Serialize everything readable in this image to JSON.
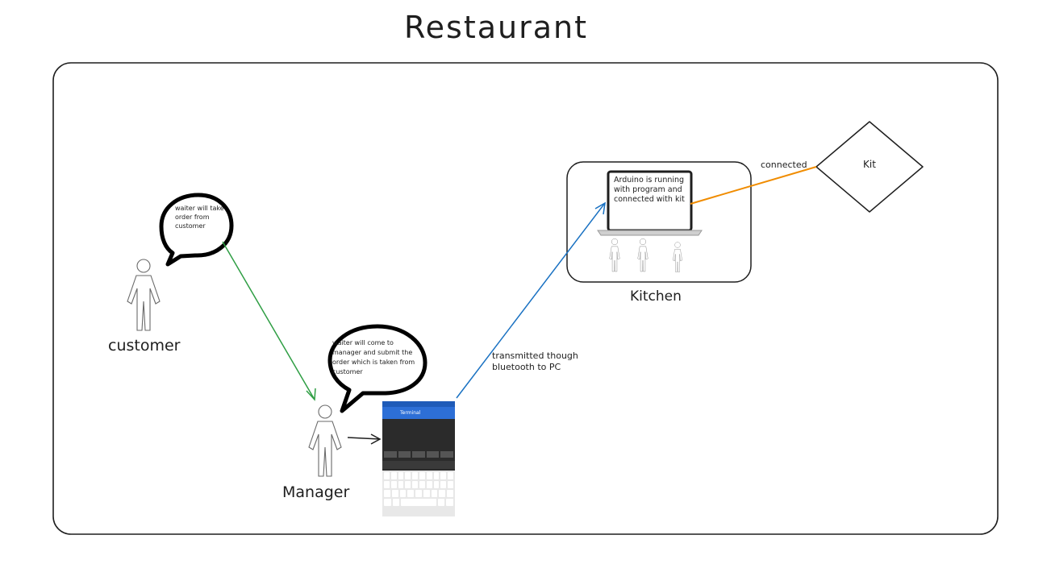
{
  "title": "Restaurant",
  "actors": {
    "customer": "customer",
    "manager": "Manager"
  },
  "kitchen": {
    "label": "Kitchen",
    "screen_text": "Arduino is running with program and connected with kit"
  },
  "kit": {
    "label": "Kit",
    "connection_label": "connected"
  },
  "bubbles": {
    "customer": "waiter will take order from customer",
    "manager": "waiter will come to manager and submit the order which is taken from customer"
  },
  "edges": {
    "transmit_label": "transmitted though bluetooth to PC"
  },
  "phone": {
    "app_title": "Terminal"
  },
  "colors": {
    "customer_arrow": "#2f9e44",
    "transmit_arrow": "#1971c2",
    "connected_line": "#f08c00",
    "stroke": "#1e1e1e"
  }
}
